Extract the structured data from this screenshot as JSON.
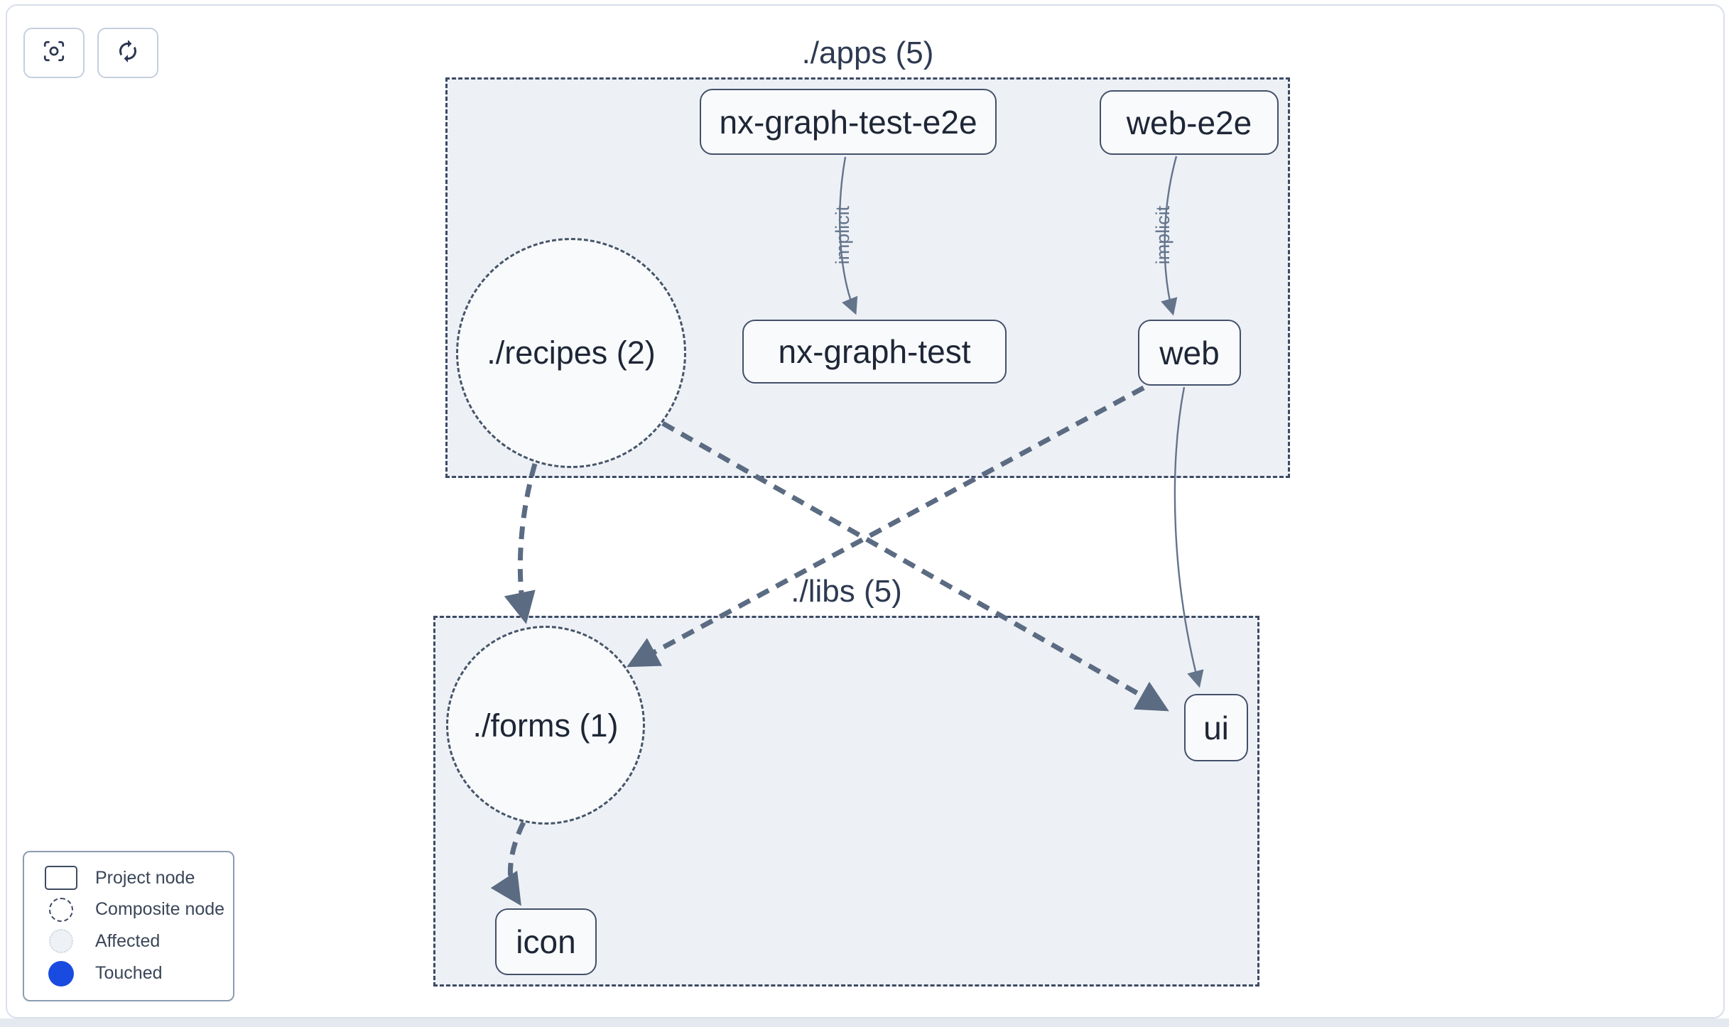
{
  "toolbar": {
    "buttons": [
      {
        "id": "focus-view",
        "icon": "focus-icon"
      },
      {
        "id": "refresh-graph",
        "icon": "refresh-icon"
      }
    ]
  },
  "clusters": {
    "apps": {
      "label": "./apps (5)"
    },
    "libs": {
      "label": "./libs (5)"
    }
  },
  "nodes": {
    "nx_graph_test_e2e": {
      "label": "nx-graph-test-e2e",
      "type": "project",
      "cluster": "apps"
    },
    "web_e2e": {
      "label": "web-e2e",
      "type": "project",
      "cluster": "apps"
    },
    "nx_graph_test": {
      "label": "nx-graph-test",
      "type": "project",
      "cluster": "apps"
    },
    "web": {
      "label": "web",
      "type": "project",
      "cluster": "apps"
    },
    "recipes": {
      "label": "./recipes (2)",
      "type": "composite",
      "cluster": "apps"
    },
    "forms": {
      "label": "./forms (1)",
      "type": "composite",
      "cluster": "libs"
    },
    "ui": {
      "label": "ui",
      "type": "project",
      "cluster": "libs"
    },
    "icon": {
      "label": "icon",
      "type": "project",
      "cluster": "libs"
    }
  },
  "edges": [
    {
      "from": "nx-graph-test-e2e",
      "to": "nx-graph-test",
      "label": "implicit",
      "style": "solid"
    },
    {
      "from": "web-e2e",
      "to": "web",
      "label": "implicit",
      "style": "solid"
    },
    {
      "from": "web",
      "to": "ui",
      "label": "",
      "style": "solid"
    },
    {
      "from": "./recipes (2)",
      "to": "./forms (1)",
      "label": "",
      "style": "thick-dashed"
    },
    {
      "from": "./recipes (2)",
      "to": "ui",
      "label": "",
      "style": "thick-dashed"
    },
    {
      "from": "web",
      "to": "./forms (1)",
      "label": "",
      "style": "thick-dashed"
    },
    {
      "from": "./forms (1)",
      "to": "icon",
      "label": "",
      "style": "thick-dashed"
    }
  ],
  "legend": {
    "items": [
      {
        "label": "Project node",
        "icon": "project-node-icon"
      },
      {
        "label": "Composite node",
        "icon": "composite-node-icon"
      },
      {
        "label": "Affected",
        "icon": "affected-icon"
      },
      {
        "label": "Touched",
        "icon": "touched-icon"
      }
    ]
  },
  "colors": {
    "cluster_bg": "#edf1f6",
    "cluster_border": "#3d4a63",
    "node_fill": "#f8fafc",
    "node_border": "#44506a",
    "node_text": "#1e2636",
    "edge_thick": "#5b6b82",
    "edge_thin": "#64748b",
    "touched_blue": "#1a4be1"
  }
}
